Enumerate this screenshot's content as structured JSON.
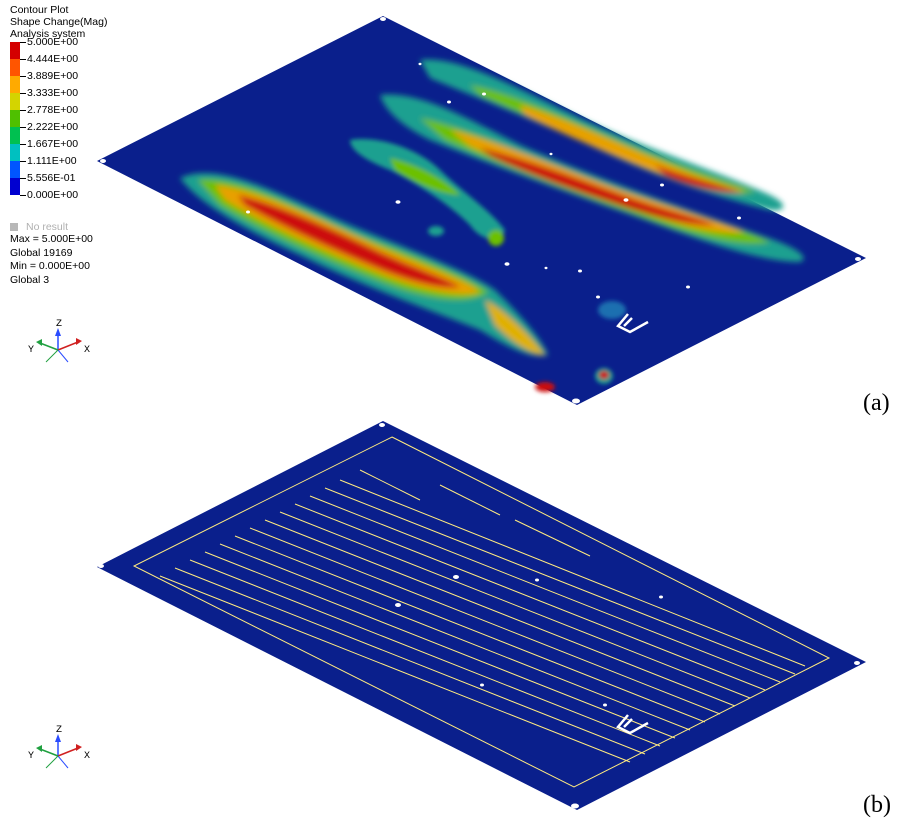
{
  "legend": {
    "title": "Contour Plot",
    "subtitle": "Shape Change(Mag)",
    "system": "Analysis system",
    "levels": [
      "5.000E+00",
      "4.444E+00",
      "3.889E+00",
      "3.333E+00",
      "2.778E+00",
      "2.222E+00",
      "1.667E+00",
      "1.111E+00",
      "5.556E-01",
      "0.000E+00"
    ],
    "colors": [
      "#d40000",
      "#ff5500",
      "#ffaa00",
      "#d4d400",
      "#4fc000",
      "#00c050",
      "#00c0c0",
      "#0055ff",
      "#0000d0"
    ],
    "no_result": "No result",
    "max": "Max = 5.000E+00",
    "max_node": "Global 19169",
    "min": "Min = 0.000E+00",
    "min_node": "Global 3"
  },
  "triad": {
    "z": "Z",
    "y": "Y",
    "x": "X"
  },
  "panels": {
    "a": "(a)",
    "b": "(b)"
  },
  "colors": {
    "plate": "#0a1f8c",
    "line": "#ffeb80"
  }
}
